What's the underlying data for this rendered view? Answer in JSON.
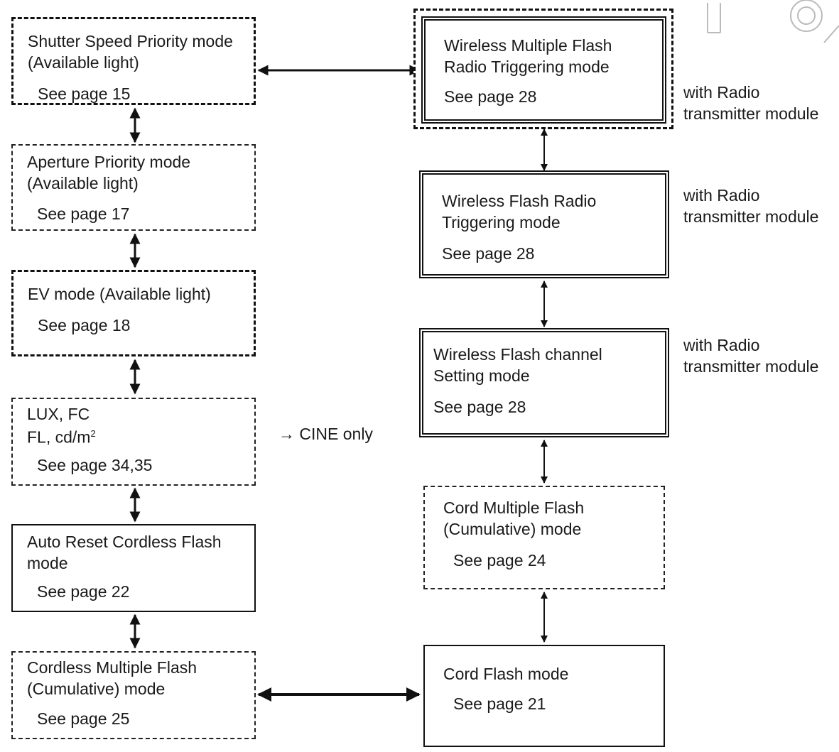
{
  "left": {
    "shutter": {
      "line1": "Shutter Speed Priority mode",
      "line2": "(Available light)",
      "page": "See page 15"
    },
    "aperture": {
      "line1": "Aperture Priority mode",
      "line2": "(Available light)",
      "page": "See page 17"
    },
    "ev": {
      "line1": "EV mode (Available light)",
      "page": "See page 18"
    },
    "lux": {
      "line1": "LUX, FC",
      "line2": "FL, cd/m",
      "sup": "2",
      "page": "See page 34,35",
      "note": "→ CINE only"
    },
    "autoreset": {
      "line1": "Auto Reset Cordless Flash",
      "line2": "mode",
      "page": "See page 22"
    },
    "cordless": {
      "line1": "Cordless Multiple Flash",
      "line2": "(Cumulative) mode",
      "page": "See page 25"
    }
  },
  "right": {
    "wmultiple": {
      "line1": "Wireless Multiple Flash",
      "line2": "Radio Triggering mode",
      "page": "See page 28",
      "note1": "with Radio",
      "note2": "transmitter module"
    },
    "wflash": {
      "line1": "Wireless Flash Radio",
      "line2": "Triggering mode",
      "page": "See page 28",
      "note1": "with Radio",
      "note2": "transmitter module"
    },
    "wchannel": {
      "line1": "Wireless Flash channel",
      "line2": "Setting mode",
      "page": "See page 28",
      "note1": "with Radio",
      "note2": "transmitter module"
    },
    "cordmultiple": {
      "line1": "Cord Multiple Flash",
      "line2": "(Cumulative) mode",
      "page": "See page 24"
    },
    "cordflash": {
      "line1": "Cord Flash mode",
      "page": "See page 21"
    }
  }
}
